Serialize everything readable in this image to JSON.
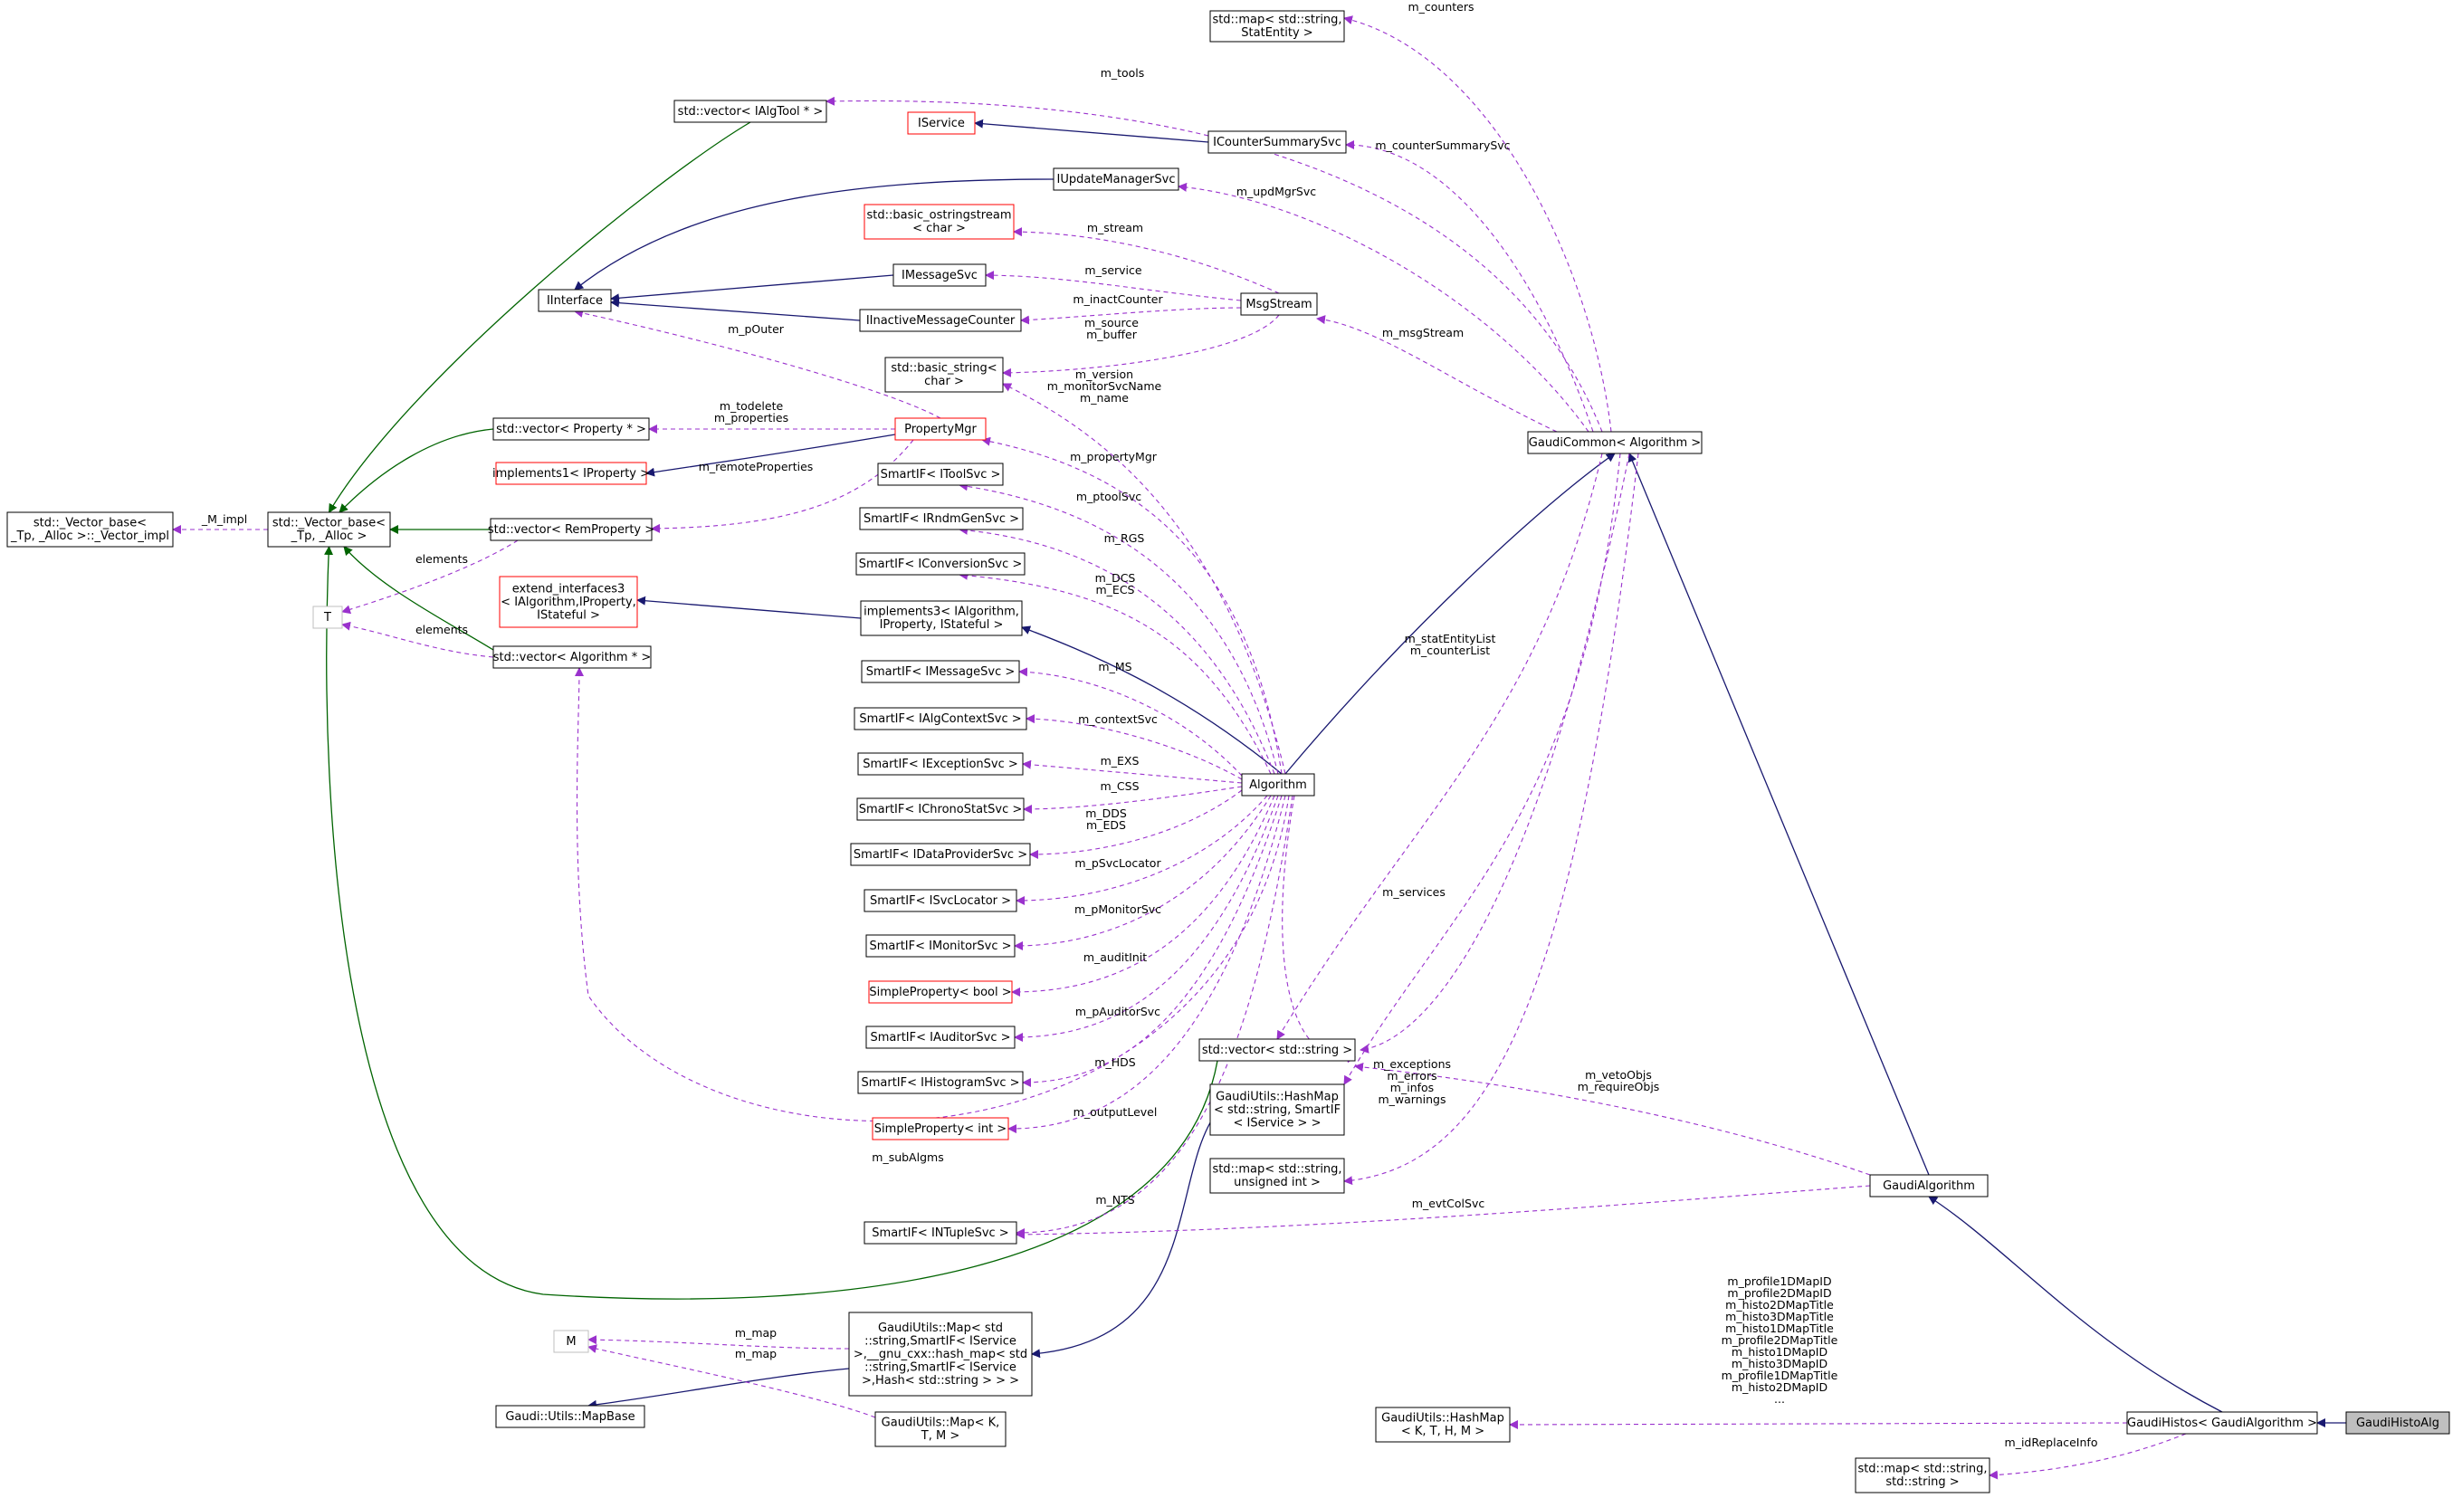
{
  "colors": {
    "inherit_public": "#191970",
    "inherit_protected": "#006400",
    "usage": "#9a32cd",
    "border_normal": "#000000",
    "border_red": "#ff0000",
    "border_gray": "#bfbfbf",
    "highlight_fill": "#bfbfbf"
  },
  "nodes": [
    {
      "id": "map_stat",
      "lines": [
        "std::map< std::string,",
        "StatEntity >"
      ],
      "style": "normal"
    },
    {
      "id": "vec_ialgtool",
      "lines": [
        "std::vector< IAlgTool * >"
      ],
      "style": "normal"
    },
    {
      "id": "iservice",
      "lines": [
        "IService"
      ],
      "style": "red"
    },
    {
      "id": "icountersummarysvc",
      "lines": [
        "ICounterSummarySvc"
      ],
      "style": "normal"
    },
    {
      "id": "iupdatemanagersvc",
      "lines": [
        "IUpdateManagerSvc"
      ],
      "style": "normal"
    },
    {
      "id": "ostringstream",
      "lines": [
        "std::basic_ostringstream",
        "< char >"
      ],
      "style": "red"
    },
    {
      "id": "iinterface",
      "lines": [
        "IInterface"
      ],
      "style": "normal"
    },
    {
      "id": "imessagesvc",
      "lines": [
        "IMessageSvc"
      ],
      "style": "normal"
    },
    {
      "id": "msgstream",
      "lines": [
        "MsgStream"
      ],
      "style": "normal"
    },
    {
      "id": "iinactivemessagecounter",
      "lines": [
        "IInactiveMessageCounter"
      ],
      "style": "normal"
    },
    {
      "id": "basic_string",
      "lines": [
        "std::basic_string<",
        "char >"
      ],
      "style": "normal"
    },
    {
      "id": "vec_property",
      "lines": [
        "std::vector< Property * >"
      ],
      "style": "normal"
    },
    {
      "id": "propertymgr",
      "lines": [
        "PropertyMgr"
      ],
      "style": "red"
    },
    {
      "id": "gaudicommon",
      "lines": [
        "GaudiCommon< Algorithm >"
      ],
      "style": "normal"
    },
    {
      "id": "implements1",
      "lines": [
        "implements1< IProperty >"
      ],
      "style": "red"
    },
    {
      "id": "smartif_itoolsvc",
      "lines": [
        "SmartIF< IToolSvc >"
      ],
      "style": "normal"
    },
    {
      "id": "vector_base_impl",
      "lines": [
        "std::_Vector_base<",
        "_Tp, _Alloc >::_Vector_impl"
      ],
      "style": "normal"
    },
    {
      "id": "vector_base",
      "lines": [
        "std::_Vector_base<",
        "_Tp, _Alloc >"
      ],
      "style": "normal"
    },
    {
      "id": "smartif_irndmgensvc",
      "lines": [
        "SmartIF< IRndmGenSvc >"
      ],
      "style": "normal"
    },
    {
      "id": "vec_remproperty",
      "lines": [
        "std::vector< RemProperty >"
      ],
      "style": "normal"
    },
    {
      "id": "smartif_iconversionsvc",
      "lines": [
        "SmartIF< IConversionSvc >"
      ],
      "style": "normal"
    },
    {
      "id": "extend_interfaces3",
      "lines": [
        "extend_interfaces3",
        "< IAlgorithm,IProperty,",
        "IStateful >"
      ],
      "style": "red"
    },
    {
      "id": "implements3",
      "lines": [
        "implements3< IAlgorithm,",
        "IProperty, IStateful >"
      ],
      "style": "normal"
    },
    {
      "id": "t_node",
      "lines": [
        "T"
      ],
      "style": "gray"
    },
    {
      "id": "vec_algorithm",
      "lines": [
        "std::vector< Algorithm * >"
      ],
      "style": "normal"
    },
    {
      "id": "smartif_imessagesvc",
      "lines": [
        "SmartIF< IMessageSvc >"
      ],
      "style": "normal"
    },
    {
      "id": "smartif_ialgcontextsvc",
      "lines": [
        "SmartIF< IAlgContextSvc >"
      ],
      "style": "normal"
    },
    {
      "id": "smartif_iexceptionsvc",
      "lines": [
        "SmartIF< IExceptionSvc >"
      ],
      "style": "normal"
    },
    {
      "id": "algorithm",
      "lines": [
        "Algorithm"
      ],
      "style": "normal"
    },
    {
      "id": "smartif_ichronostatsvc",
      "lines": [
        "SmartIF< IChronoStatSvc >"
      ],
      "style": "normal"
    },
    {
      "id": "smartif_idataprovidersvc",
      "lines": [
        "SmartIF< IDataProviderSvc >"
      ],
      "style": "normal"
    },
    {
      "id": "smartif_isvclocator",
      "lines": [
        "SmartIF< ISvcLocator >"
      ],
      "style": "normal"
    },
    {
      "id": "smartif_imonitorsvc",
      "lines": [
        "SmartIF< IMonitorSvc >"
      ],
      "style": "normal"
    },
    {
      "id": "simpleproperty_bool",
      "lines": [
        "SimpleProperty< bool >"
      ],
      "style": "red"
    },
    {
      "id": "smartif_iauditorsvc",
      "lines": [
        "SmartIF< IAuditorSvc >"
      ],
      "style": "normal"
    },
    {
      "id": "vec_string",
      "lines": [
        "std::vector< std::string >"
      ],
      "style": "normal"
    },
    {
      "id": "hashmap_smartif",
      "lines": [
        "GaudiUtils::HashMap",
        "< std::string, SmartIF",
        "< IService > >"
      ],
      "style": "normal"
    },
    {
      "id": "smartif_ihistogramsvc",
      "lines": [
        "SmartIF< IHistogramSvc >"
      ],
      "style": "normal"
    },
    {
      "id": "simpleproperty_int",
      "lines": [
        "SimpleProperty< int >"
      ],
      "style": "red"
    },
    {
      "id": "map_string_uint",
      "lines": [
        "std::map< std::string,",
        "unsigned int >"
      ],
      "style": "normal"
    },
    {
      "id": "gaudialgorithm",
      "lines": [
        "GaudiAlgorithm"
      ],
      "style": "normal"
    },
    {
      "id": "smartif_intuplesvc",
      "lines": [
        "SmartIF< INTupleSvc >"
      ],
      "style": "normal"
    },
    {
      "id": "m_node",
      "lines": [
        "M"
      ],
      "style": "gray"
    },
    {
      "id": "gaudiutils_map_std",
      "lines": [
        "GaudiUtils::Map< std",
        "::string,SmartIF< IService",
        ">,__gnu_cxx::hash_map< std",
        "::string,SmartIF< IService",
        ">,Hash< std::string > > >"
      ],
      "style": "normal"
    },
    {
      "id": "mapbase",
      "lines": [
        "Gaudi::Utils::MapBase"
      ],
      "style": "normal"
    },
    {
      "id": "gaudiutils_map_ktm",
      "lines": [
        "GaudiUtils::Map< K,",
        "T, M >"
      ],
      "style": "normal"
    },
    {
      "id": "hashmap_kthm",
      "lines": [
        "GaudiUtils::HashMap",
        "< K, T, H, M >"
      ],
      "style": "normal"
    },
    {
      "id": "gaudihistos",
      "lines": [
        "GaudiHistos< GaudiAlgorithm >"
      ],
      "style": "normal"
    },
    {
      "id": "gaudihistoalg",
      "lines": [
        "GaudiHistoAlg"
      ],
      "style": "highlight"
    },
    {
      "id": "map_string_string",
      "lines": [
        "std::map< std::string,",
        "std::string >"
      ],
      "style": "normal"
    }
  ],
  "edges": [
    {
      "kind": "protected",
      "label": []
    },
    {
      "kind": "protected",
      "label": []
    },
    {
      "kind": "protected",
      "label": []
    },
    {
      "kind": "protected",
      "label": []
    },
    {
      "kind": "protected",
      "label": []
    },
    {
      "kind": "public",
      "label": []
    },
    {
      "kind": "public",
      "label": []
    },
    {
      "kind": "public",
      "label": []
    },
    {
      "kind": "public",
      "label": []
    },
    {
      "kind": "public",
      "label": []
    },
    {
      "kind": "public",
      "label": []
    },
    {
      "kind": "public",
      "label": []
    },
    {
      "kind": "public",
      "label": []
    },
    {
      "kind": "public",
      "label": []
    },
    {
      "kind": "public",
      "label": []
    },
    {
      "kind": "public",
      "label": []
    },
    {
      "kind": "public",
      "label": []
    },
    {
      "kind": "public",
      "label": []
    },
    {
      "kind": "usage",
      "label": [
        "m_counters"
      ]
    },
    {
      "kind": "usage",
      "label": [
        "m_tools"
      ]
    },
    {
      "kind": "usage",
      "label": [
        "m_counterSummarySvc"
      ]
    },
    {
      "kind": "usage",
      "label": [
        "m_updMgrSvc"
      ]
    },
    {
      "kind": "usage",
      "label": [
        "m_stream"
      ]
    },
    {
      "kind": "usage",
      "label": [
        "m_service"
      ]
    },
    {
      "kind": "usage",
      "label": [
        "m_inactCounter"
      ]
    },
    {
      "kind": "usage",
      "label": [
        "m_source",
        "m_buffer"
      ]
    },
    {
      "kind": "usage",
      "label": [
        "m_msgStream"
      ]
    },
    {
      "kind": "usage",
      "label": [
        "m_pOuter"
      ]
    },
    {
      "kind": "usage",
      "label": [
        "m_version",
        "m_monitorSvcName",
        "m_name"
      ]
    },
    {
      "kind": "usage",
      "label": [
        "m_todelete",
        "m_properties"
      ]
    },
    {
      "kind": "usage",
      "label": [
        "m_remoteProperties"
      ]
    },
    {
      "kind": "usage",
      "label": [
        "_M_impl"
      ]
    },
    {
      "kind": "usage",
      "label": [
        "elements"
      ]
    },
    {
      "kind": "usage",
      "label": [
        "elements"
      ]
    },
    {
      "kind": "usage",
      "label": [
        "m_propertyMgr"
      ]
    },
    {
      "kind": "usage",
      "label": [
        "m_ptoolSvc"
      ]
    },
    {
      "kind": "usage",
      "label": [
        "m_RGS"
      ]
    },
    {
      "kind": "usage",
      "label": [
        "m_DCS",
        "m_ECS"
      ]
    },
    {
      "kind": "usage",
      "label": [
        "m_MS"
      ]
    },
    {
      "kind": "usage",
      "label": [
        "m_contextSvc"
      ]
    },
    {
      "kind": "usage",
      "label": [
        "m_EXS"
      ]
    },
    {
      "kind": "usage",
      "label": [
        "m_CSS"
      ]
    },
    {
      "kind": "usage",
      "label": [
        "m_DDS",
        "m_EDS"
      ]
    },
    {
      "kind": "usage",
      "label": [
        "m_pSvcLocator"
      ]
    },
    {
      "kind": "usage",
      "label": [
        "m_pMonitorSvc"
      ]
    },
    {
      "kind": "usage",
      "label": [
        "m_auditInit"
      ]
    },
    {
      "kind": "usage",
      "label": [
        "m_pAuditorSvc"
      ]
    },
    {
      "kind": "usage",
      "label": [
        "m_HDS"
      ]
    },
    {
      "kind": "usage",
      "label": [
        "m_outputLevel"
      ]
    },
    {
      "kind": "usage",
      "label": [
        "m_subAlgms"
      ]
    },
    {
      "kind": "usage",
      "label": [
        "m_NTS"
      ]
    },
    {
      "kind": "usage",
      "label": [
        "m_statEntityList",
        "m_counterList"
      ]
    },
    {
      "kind": "usage",
      "label": [
        "m_services"
      ]
    },
    {
      "kind": "usage",
      "label": [
        "m_exceptions",
        "m_errors",
        "m_infos",
        "m_warnings"
      ]
    },
    {
      "kind": "usage",
      "label": [
        "m_vetoObjs",
        "m_requireObjs"
      ]
    },
    {
      "kind": "usage",
      "label": []
    },
    {
      "kind": "usage",
      "label": []
    },
    {
      "kind": "usage",
      "label": [
        "m_evtColSvc"
      ]
    },
    {
      "kind": "usage",
      "label": [
        "m_map"
      ]
    },
    {
      "kind": "usage",
      "label": [
        "m_map"
      ]
    },
    {
      "kind": "usage",
      "label": [
        "m_profile1DMapID",
        "m_profile2DMapID",
        "m_histo2DMapTitle",
        "m_histo3DMapTitle",
        "m_histo1DMapTitle",
        "m_profile2DMapTitle",
        "m_histo1DMapID",
        "m_histo3DMapID",
        "m_profile1DMapTitle",
        "m_histo2DMapID",
        "..."
      ]
    },
    {
      "kind": "usage",
      "label": [
        "m_idReplaceInfo"
      ]
    }
  ]
}
